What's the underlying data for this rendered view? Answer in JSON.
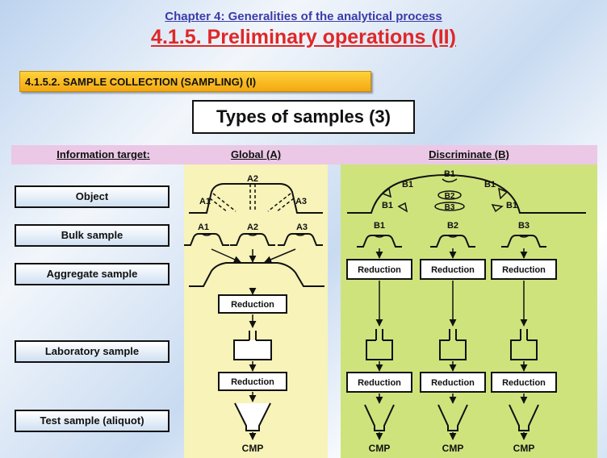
{
  "header": {
    "chapter": "Chapter 4: Generalities of the analytical process",
    "title": "4.1.5. Preliminary operations (II)"
  },
  "section_label": "4.1.5.2. SAMPLE COLLECTION (SAMPLING) (I)",
  "types_title": "Types of samples (3)",
  "columns": {
    "target": "Information target:",
    "global": "Global (A)",
    "discriminate": "Discriminate (B)"
  },
  "rows": [
    "Object",
    "Bulk sample",
    "Aggregate sample",
    "Laboratory sample",
    "Test sample (aliquot)"
  ],
  "global": {
    "object_labels": [
      "A1",
      "A2",
      "A3"
    ],
    "bulk_labels": [
      "A1",
      "A2",
      "A3"
    ],
    "reduction": "Reduction",
    "result": "CMP"
  },
  "discriminate": {
    "object_labels": [
      "B1",
      "B1",
      "B1",
      "B1",
      "B1",
      "B2",
      "B3"
    ],
    "bulk_labels": [
      "B1",
      "B2",
      "B3"
    ],
    "reduction": "Reduction",
    "result": "CMP"
  },
  "colors": {
    "chapter": "#3b3ba8",
    "title": "#e02727",
    "section_bg": "#f7b91c",
    "header_band": "#ebc8e6",
    "panel_global": "#f7f3b9",
    "panel_discriminate": "#cfe37d"
  }
}
